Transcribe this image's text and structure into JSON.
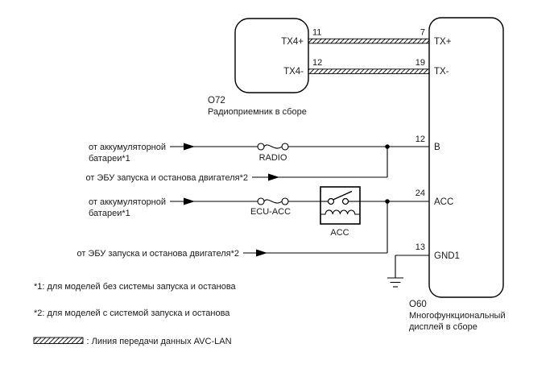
{
  "colors": {
    "background": "#ffffff",
    "line": "#000000",
    "text": "#1a1a1a"
  },
  "diagram": {
    "radio_box": {
      "code": "O72",
      "label": "Радиоприемник в сборе",
      "pin_tx4_plus": {
        "name": "TX4+",
        "number": "11"
      },
      "pin_tx4_minus": {
        "name": "TX4-",
        "number": "12"
      }
    },
    "display_box": {
      "code": "O60",
      "label_line1": "Многофункциональный",
      "label_line2": "дисплей в сборе",
      "pin_tx_plus": {
        "name": "TX+",
        "number": "7"
      },
      "pin_tx_minus": {
        "name": "TX-",
        "number": "19"
      },
      "pin_b": {
        "name": "B",
        "number": "12"
      },
      "pin_acc": {
        "name": "ACC",
        "number": "24"
      },
      "pin_gnd1": {
        "name": "GND1",
        "number": "13"
      }
    },
    "sources": {
      "battery_line1": "от аккумуляторной",
      "battery_line2": "батареи*1",
      "ecu": "от ЭБУ запуска и останова двигателя*2"
    },
    "fuses": {
      "radio": "RADIO",
      "ecu_acc": "ECU-ACC"
    },
    "relay": {
      "label": "ACC"
    },
    "notes": {
      "note1": "*1: для моделей без системы запуска и останова",
      "note2": "*2: для моделей с системой запуска и останова",
      "legend": ": Линия передачи данных AVC-LAN"
    }
  }
}
